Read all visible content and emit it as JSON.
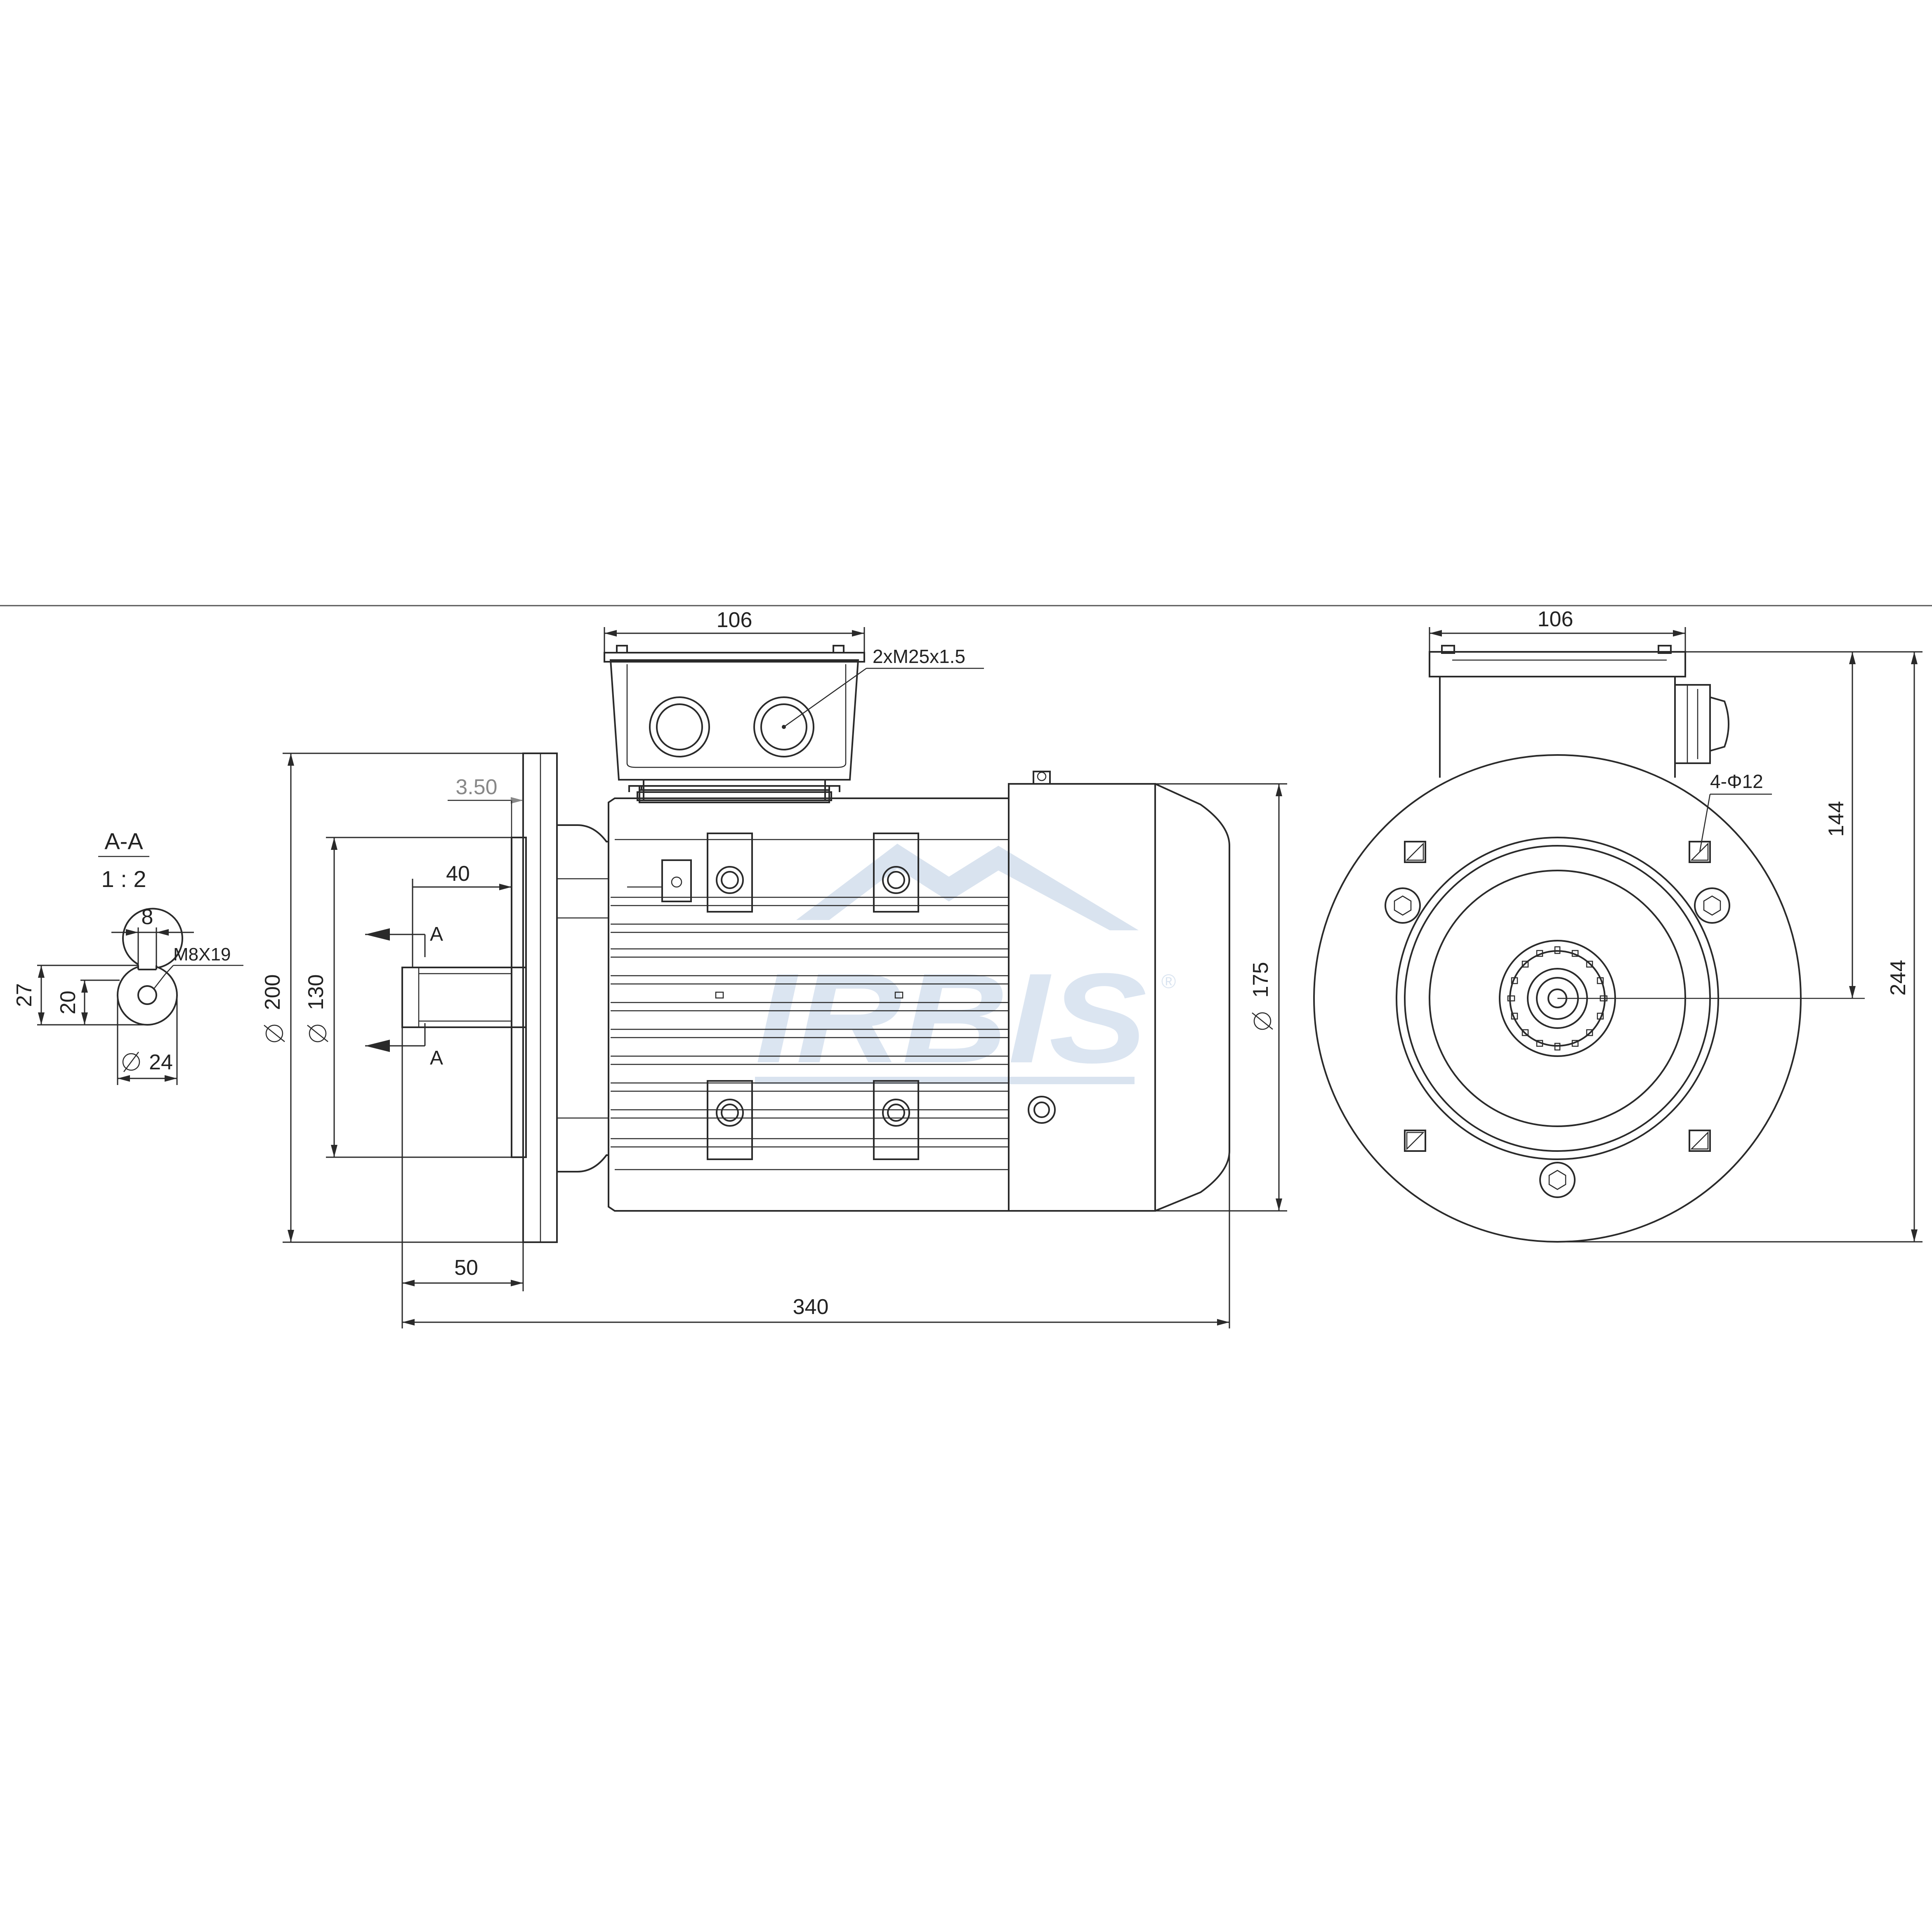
{
  "section": {
    "title": "A-A",
    "scale": "1 : 2"
  },
  "shaft_section": {
    "key_width": "8",
    "thread": "M8X19",
    "height_27": "27",
    "height_20": "20",
    "diameter": "24"
  },
  "side_view": {
    "terminal_box_width": "106",
    "cable_glands": "2xM25x1.5",
    "flange_thickness": "3.50",
    "shaft_key_length": "40",
    "section_mark_top": "A",
    "section_mark_bottom": "A",
    "flange_diameter": "200",
    "spigot_diameter": "130",
    "motor_diameter": "175",
    "shaft_length": "50",
    "total_length": "340"
  },
  "end_view": {
    "terminal_box_width": "106",
    "holes": "4-Φ12",
    "height_axis": "144",
    "height_total": "244"
  },
  "watermark": {
    "text": "IRBIS",
    "registered": "®"
  },
  "colors": {
    "line": "#2a2a2a",
    "watermark": "#d9e3ef",
    "background": "#ffffff"
  }
}
